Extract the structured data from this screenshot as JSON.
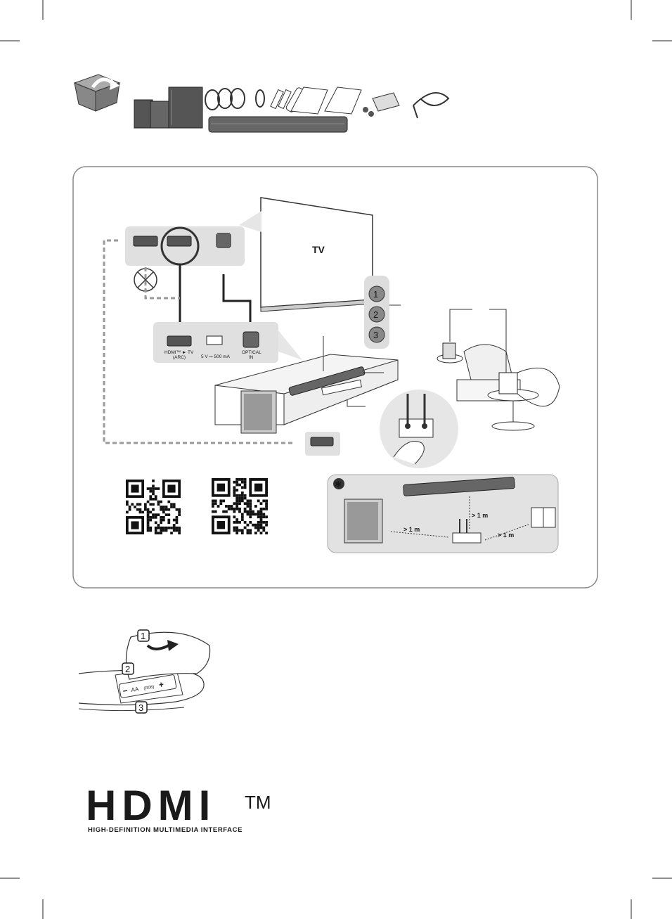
{
  "tv_label": "TV",
  "soundbar_ports": {
    "hdmi": "HDMI™ ► TV",
    "hdmi_sub": "(ARC)",
    "usb": "5 V ⎓ 500 mA",
    "optical": "OPTICAL",
    "optical_sub": "IN"
  },
  "steps": [
    "1",
    "2",
    "3"
  ],
  "placement": {
    "note_symbol": "✱",
    "dist_sub_router": "> 1 m",
    "dist_bar_router": "> 1 m",
    "dist_router_speakers": "> 1 m"
  },
  "remote": {
    "steps": [
      "1",
      "2",
      "3"
    ],
    "battery_label": "AA",
    "battery_sub": "(R06)",
    "plus": "+",
    "minus": "−"
  },
  "logo": {
    "brand": "HDMI",
    "tm": "TM",
    "tagline": "HIGH-DEFINITION MULTIMEDIA INTERFACE"
  }
}
